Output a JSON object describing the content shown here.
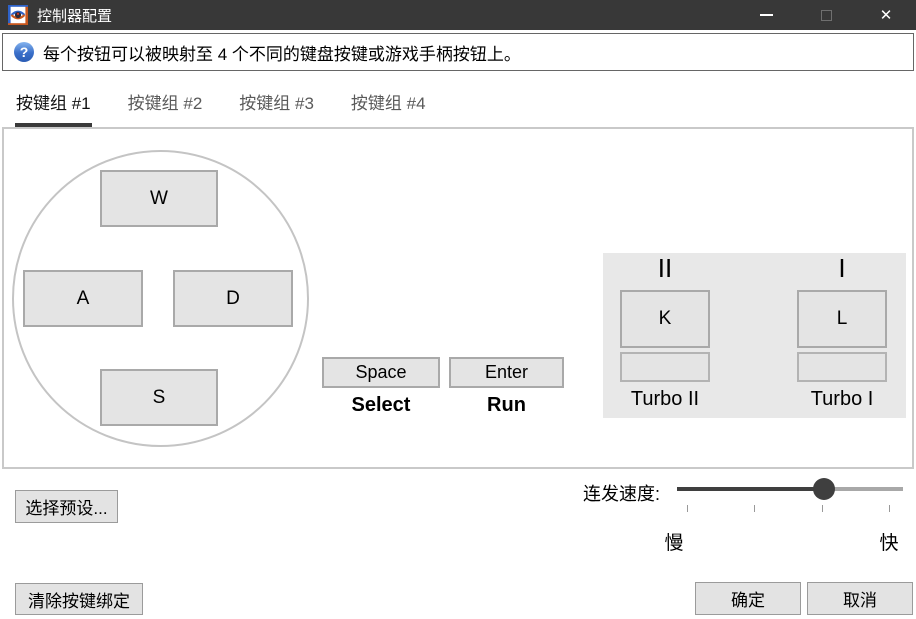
{
  "window": {
    "title": "控制器配置",
    "minimize_glyph": "",
    "maximize_glyph": "",
    "close_glyph": "✕"
  },
  "info_bar": {
    "help_glyph": "?",
    "text": "每个按钮可以被映射至 4 个不同的键盘按键或游戏手柄按钮上。"
  },
  "tabs": [
    {
      "label": "按键组 #1",
      "active": true
    },
    {
      "label": "按键组 #2",
      "active": false
    },
    {
      "label": "按键组 #3",
      "active": false
    },
    {
      "label": "按键组 #4",
      "active": false
    }
  ],
  "mappings": {
    "up_key": "W",
    "left_key": "A",
    "right_key": "D",
    "down_key": "S",
    "select_key": "Space",
    "select_label": "Select",
    "run_key": "Enter",
    "run_label": "Run",
    "button_ii": {
      "label": "II",
      "key": "K",
      "turbo_key": "",
      "turbo_label": "Turbo II"
    },
    "button_i": {
      "label": "I",
      "key": "L",
      "turbo_key": "",
      "turbo_label": "Turbo I"
    }
  },
  "footer": {
    "preset_button": "选择预设...",
    "turbo_speed_label": "连发速度:",
    "turbo_speed_percent": 65,
    "slow_label": "慢",
    "fast_label": "快",
    "clear_button": "清除按键绑定",
    "ok_button": "确定",
    "cancel_button": "取消"
  },
  "colors": {
    "titlebar": "#383838",
    "accent_blue": "#2e62c8",
    "accent_orange": "#c8571e",
    "button_bg": "#e4e4e4",
    "button_border": "#a9a9a9",
    "turbo_panel_bg": "#e8e8e8",
    "slider_fill": "#3f3f3f",
    "slider_track": "#a8a8a8"
  }
}
